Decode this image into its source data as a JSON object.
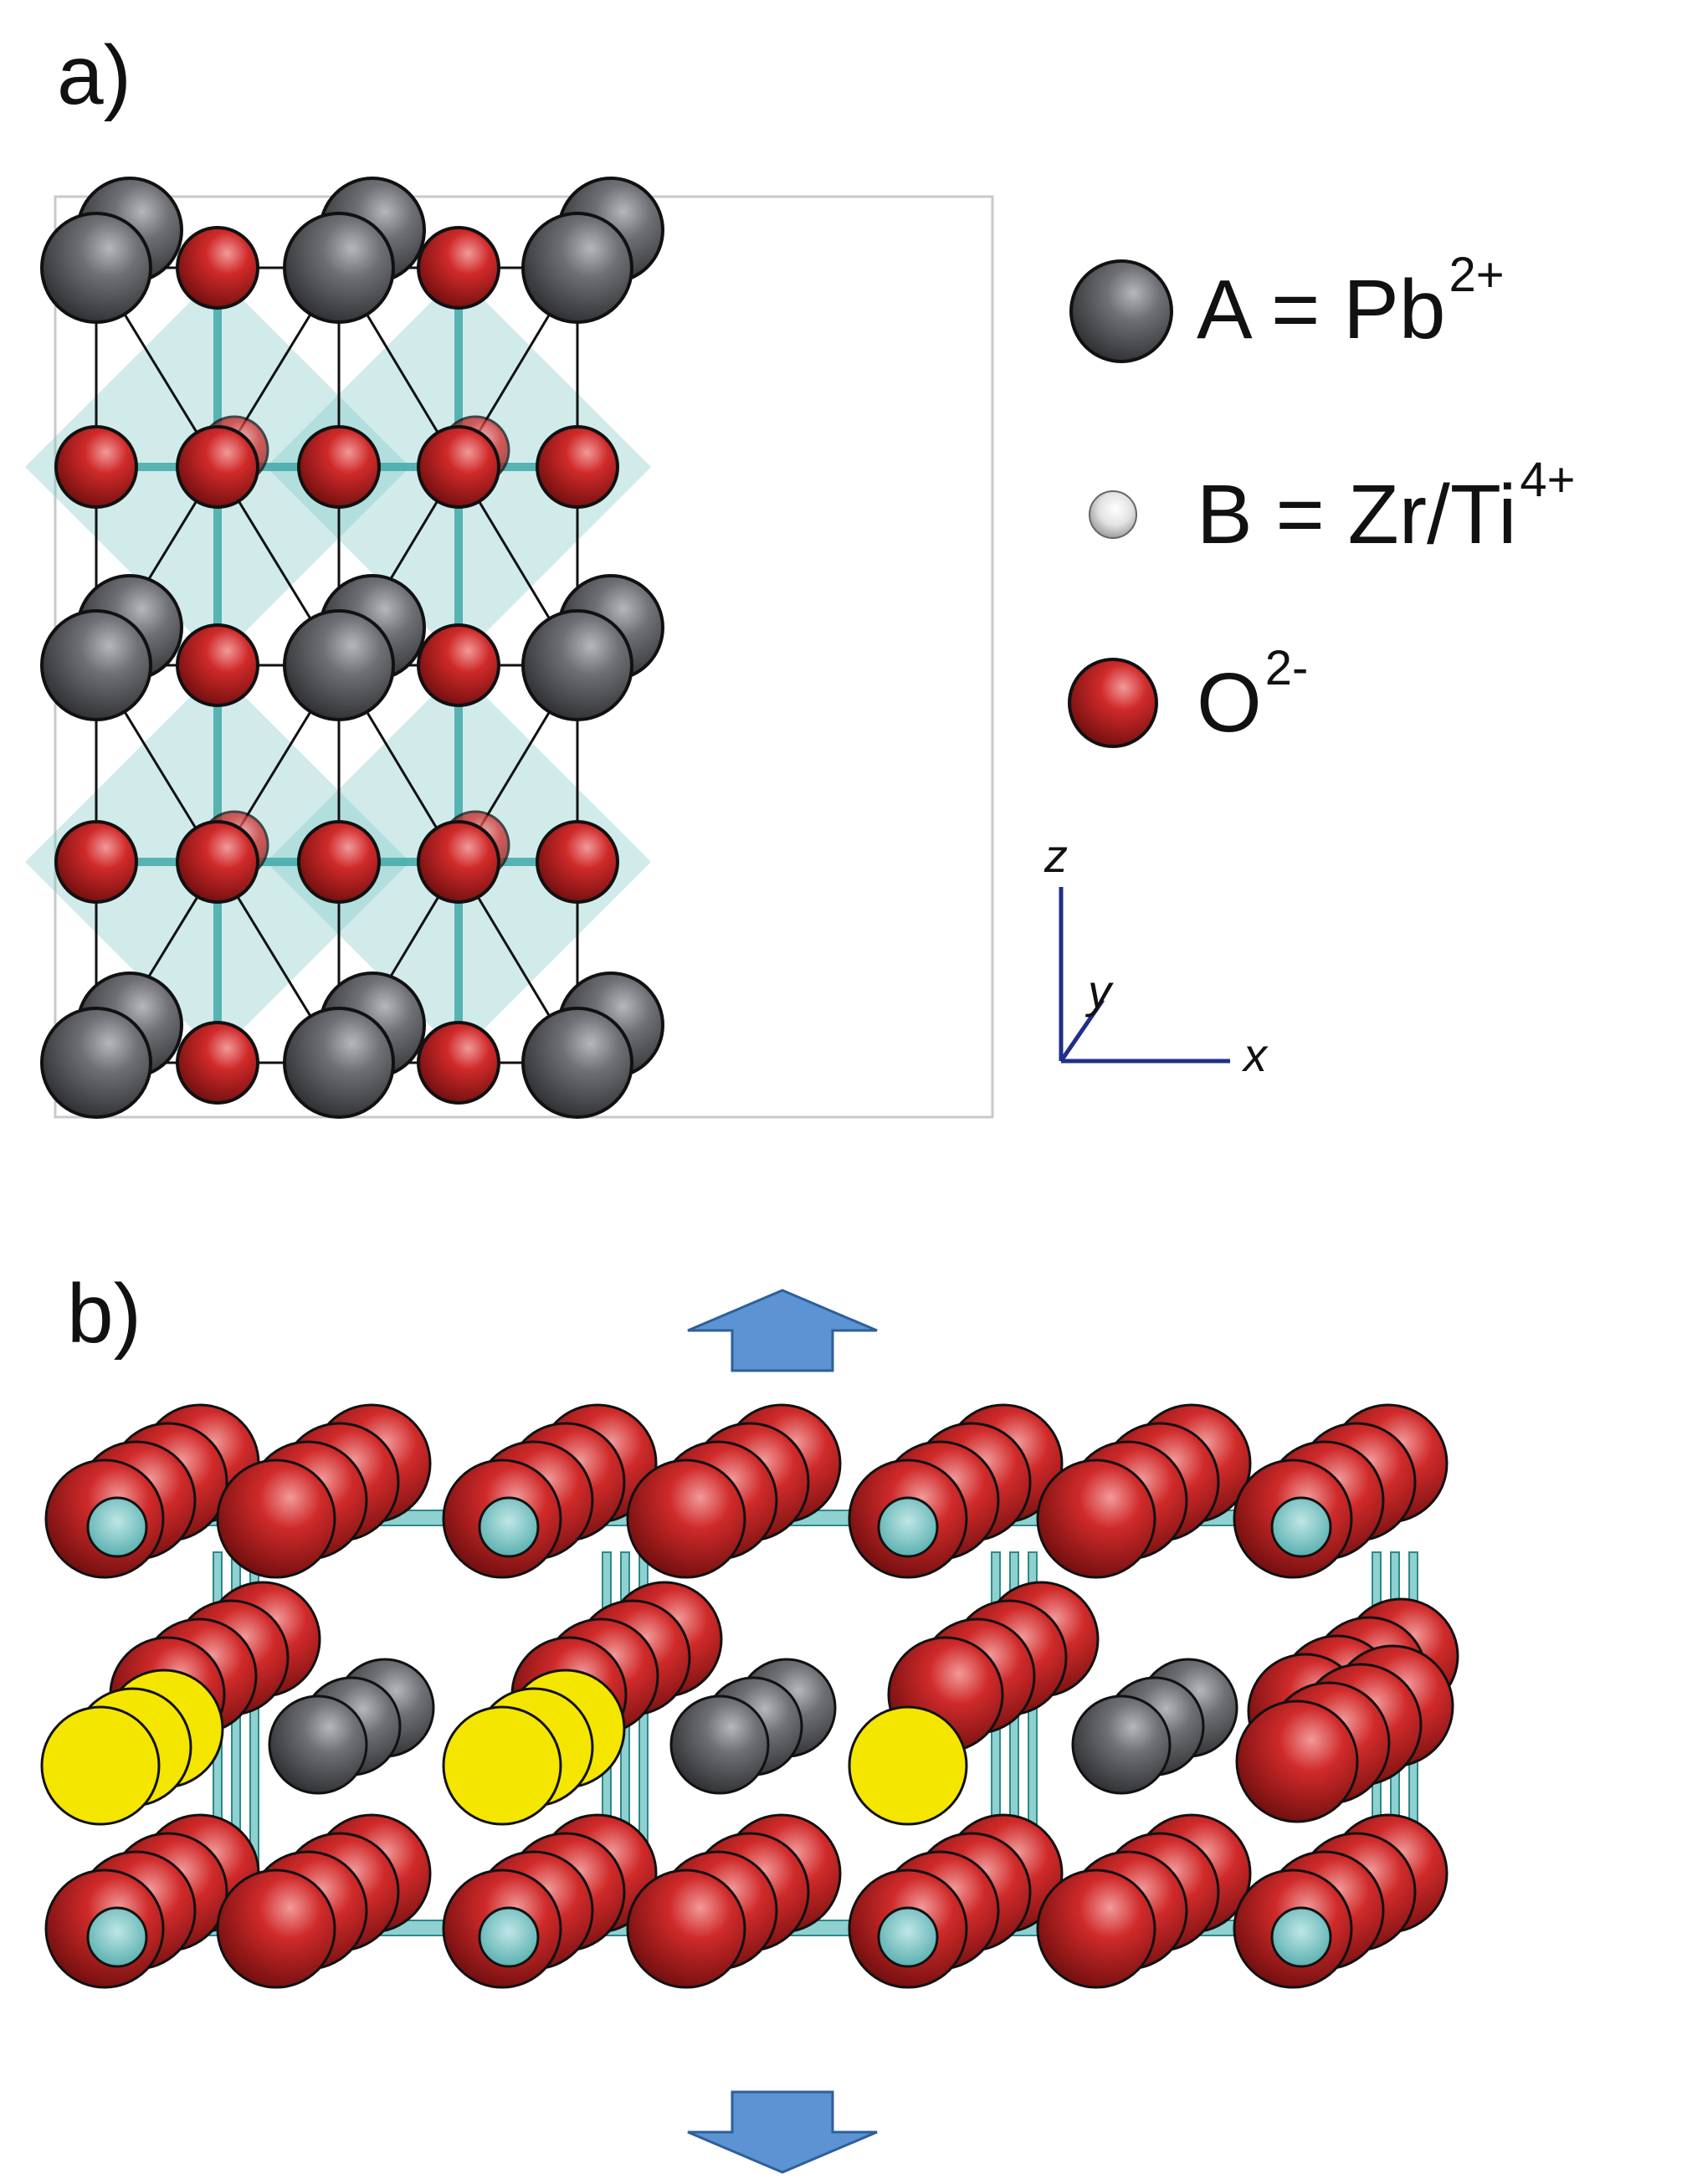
{
  "panel_a": {
    "label": "a)",
    "legend": [
      {
        "species": "A = Pb",
        "charge": "2+",
        "icon": "gray-sphere-icon",
        "color": "#4d4f53"
      },
      {
        "species": "B = Zr/Ti",
        "charge": "4+",
        "icon": "white-sphere-icon",
        "color": "#d9d9d9"
      },
      {
        "species": "O",
        "charge": "2-",
        "icon": "red-sphere-icon",
        "color": "#c81e1e"
      }
    ],
    "axes": {
      "z": "z",
      "y": "y",
      "x": "x"
    }
  },
  "panel_b": {
    "label": "b)"
  },
  "colors": {
    "pb": "#4d4f53",
    "oxygen": "#c81e1e",
    "b_site": "#8fd0d0",
    "bond": "#3aa5a5",
    "octahedron": "#7cc7c7",
    "vacancy": "#f5e600",
    "arrow": "#5b93d3"
  }
}
